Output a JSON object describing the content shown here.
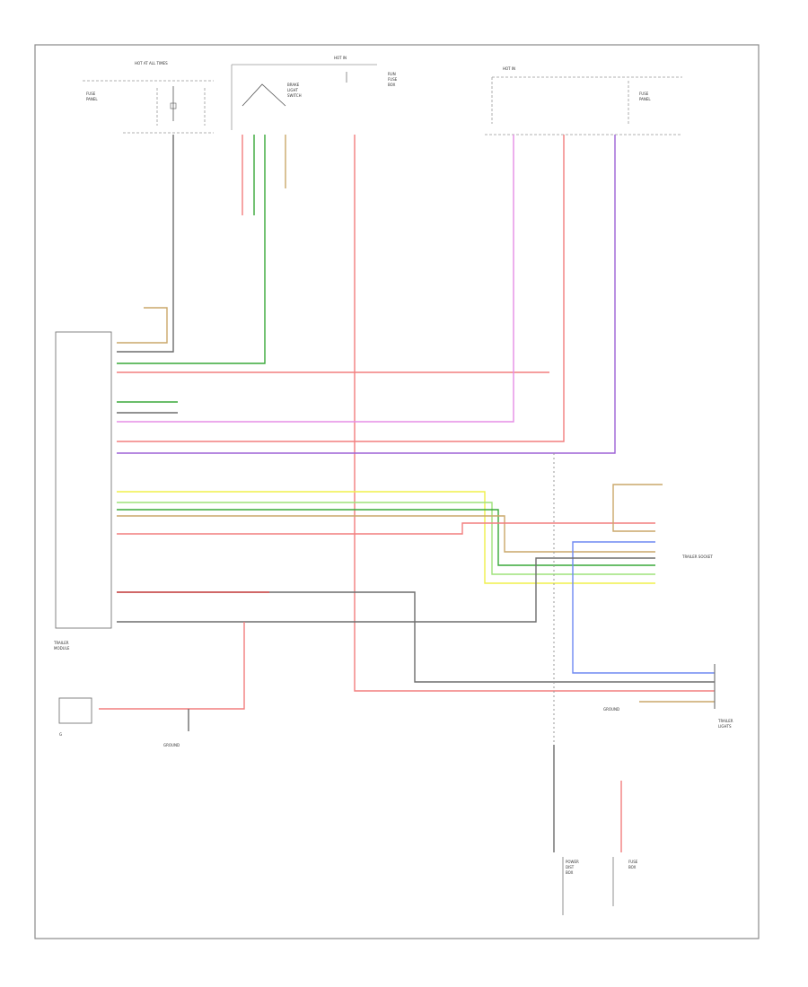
{
  "footer_code": "",
  "wire_colors": {
    "black": "#6d6d6d",
    "green": "#38a838",
    "red": "#f27e7e",
    "pink_violet": "#e58de5",
    "violet": "#9d62d6",
    "yellow": "#f0f04a",
    "light_green": "#9ee27a",
    "tan_orange": "#caa76a",
    "blue": "#6f88f2",
    "dashed_gray": "#9a9a9a"
  },
  "top_left_fuse": {
    "lines": [
      "HOT AT ALL TIMES",
      "FUSE",
      "PANEL"
    ]
  },
  "switch_block": {
    "lines": [
      "BRAKE",
      "LIGHT",
      "SWITCH"
    ]
  },
  "mid_fuse": {
    "lines": [
      "HOT IN",
      "RUN",
      "FUSE",
      "BOX"
    ]
  },
  "right_fuse_group": {
    "lines": [
      "HOT IN",
      "FUSE",
      "PANEL"
    ]
  },
  "module": {
    "lines": [
      "TRAILER",
      "MODULE"
    ]
  },
  "trailer_socket": {
    "label": "TRAILER SOCKET"
  },
  "bottom_left_box": {
    "lines": [
      "G"
    ]
  },
  "ground_bottom_left": {
    "lines": [
      "GROUND"
    ]
  },
  "ground_right_lower": {
    "lines": [
      "GROUND"
    ]
  },
  "right_connector": {
    "lines": [
      "TRAILER",
      "LIGHTS"
    ]
  },
  "bottom_block_left": {
    "lines": [
      "POWER",
      "DIST",
      "BOX"
    ]
  },
  "bottom_block_right": {
    "lines": [
      "FUSE",
      "BOX"
    ]
  }
}
